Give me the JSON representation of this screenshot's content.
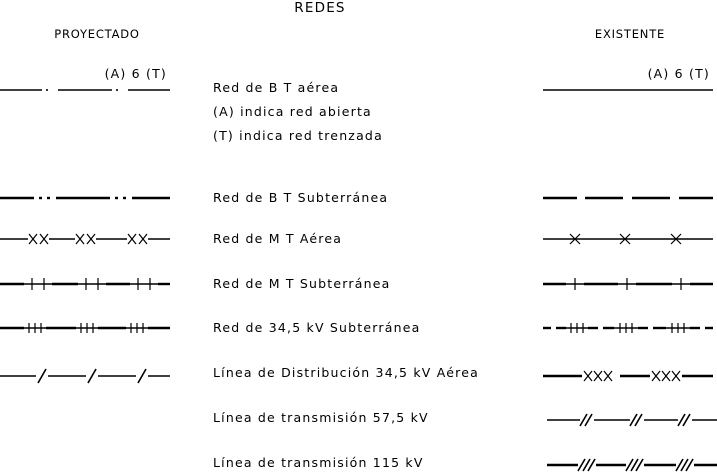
{
  "title": "REDES",
  "columns": {
    "proposed": "PROYECTADO",
    "existing": "EXISTENTE"
  },
  "overhead_tag": "(A) 6 (T)",
  "notes": [
    "(A) indica red abierta",
    "(T) indica red trenzada"
  ],
  "rows": [
    {
      "label": "Red de B T aérea"
    },
    {
      "label": "Red de B T Subterránea"
    },
    {
      "label": "Red de M T Aérea"
    },
    {
      "label": "Red de M T Subterránea"
    },
    {
      "label": "Red de 34,5 kV Subterránea"
    },
    {
      "label": "Línea de Distribución 34,5 kV Aérea"
    },
    {
      "label": "Línea de transmisión 57,5 kV"
    },
    {
      "label": "Línea de transmisión 115 kV"
    }
  ]
}
